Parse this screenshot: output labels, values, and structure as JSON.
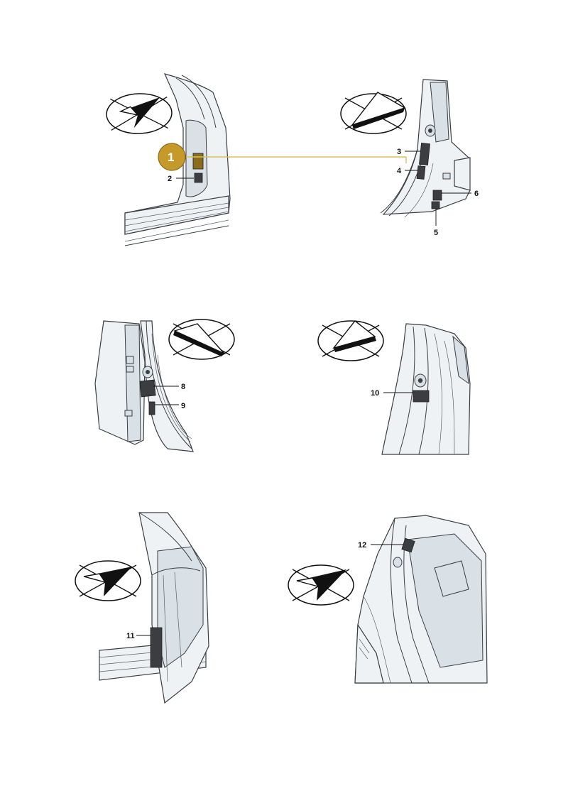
{
  "callout": {
    "number": "1",
    "fill": "#c59a2a",
    "line_color": "#d9c25a"
  },
  "labels": {
    "l2": "2",
    "l3": "3",
    "l4": "4",
    "l5": "5",
    "l6": "6",
    "l8": "8",
    "l9": "9",
    "l10": "10",
    "l11": "11",
    "l12": "12"
  },
  "icons": {
    "view_arrow": "view-direction-arrow-icon"
  },
  "colors": {
    "panel": "#eef2f5",
    "outline": "#3a3f45",
    "pad": "#3b3d40"
  }
}
